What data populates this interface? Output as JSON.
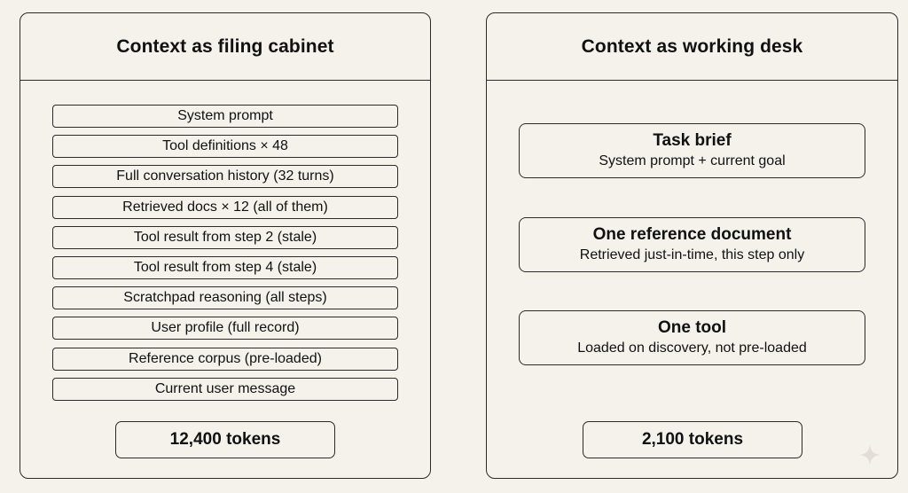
{
  "left_panel": {
    "title": "Context as filing cabinet",
    "items": [
      "System prompt",
      "Tool definitions × 48",
      "Full conversation history (32 turns)",
      "Retrieved docs × 12 (all of them)",
      "Tool result from step 2 (stale)",
      "Tool result from step 4 (stale)",
      "Scratchpad reasoning (all steps)",
      "User profile (full record)",
      "Reference corpus (pre-loaded)",
      "Current user message"
    ],
    "tokens": "12,400 tokens"
  },
  "right_panel": {
    "title": "Context as working desk",
    "items": [
      {
        "title": "Task brief",
        "subtitle": "System prompt + current goal"
      },
      {
        "title": "One reference document",
        "subtitle": "Retrieved just-in-time, this step only"
      },
      {
        "title": "One tool",
        "subtitle": "Loaded on discovery, not pre-loaded"
      }
    ],
    "tokens": "2,100 tokens"
  },
  "colors": {
    "background": "#f5f2ec",
    "border": "#2a2a2a",
    "text": "#111111"
  },
  "icons": {
    "corner": "sparkle-icon"
  }
}
